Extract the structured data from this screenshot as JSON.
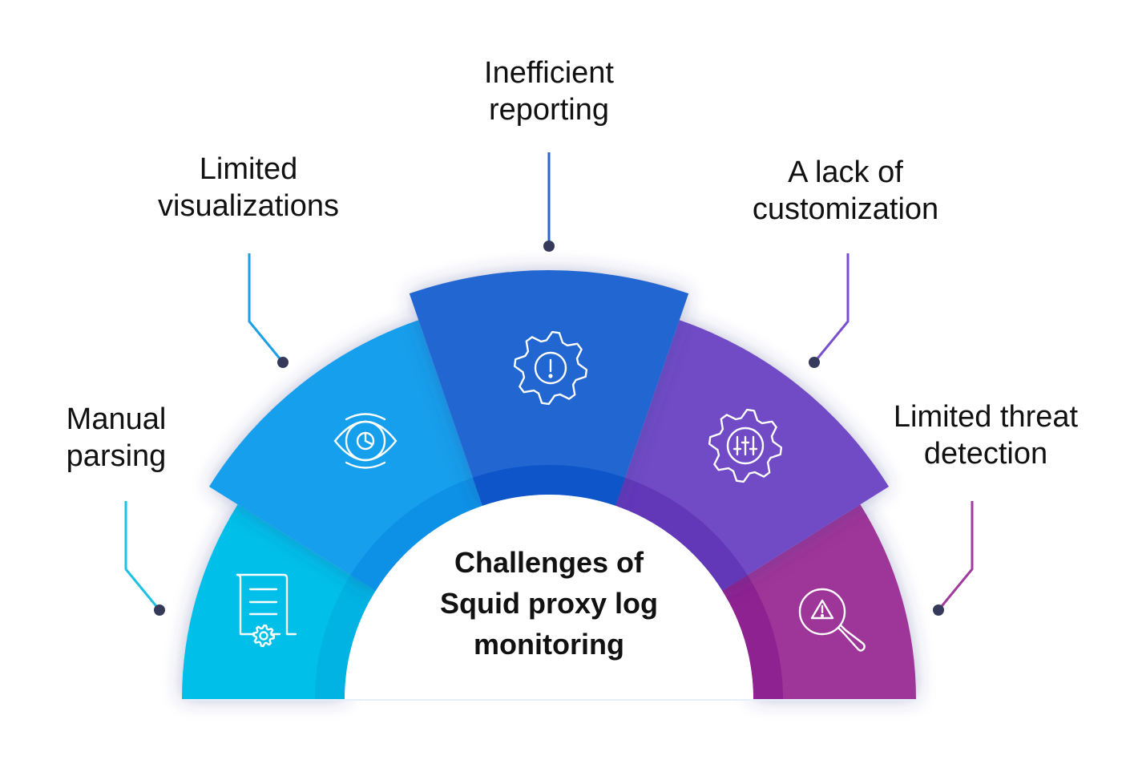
{
  "title": "Challenges of Squid proxy log monitoring",
  "title_lines": [
    "Challenges of",
    "Squid proxy log",
    "monitoring"
  ],
  "connector_dot_color": "#363a5a",
  "segments": [
    {
      "label_lines": [
        "Manual",
        "parsing"
      ],
      "icon": "document-gear-icon",
      "color": "#00bfe8",
      "inner_color": "#02b3e3"
    },
    {
      "label_lines": [
        "Limited",
        "visualizations"
      ],
      "icon": "eye-chart-icon",
      "color": "#139fec",
      "inner_color": "#0a91e6"
    },
    {
      "label_lines": [
        "Inefficient",
        "reporting"
      ],
      "icon": "gear-alert-icon",
      "color": "#2166d1",
      "inner_color": "#0b55c9"
    },
    {
      "label_lines": [
        "A lack of",
        "customization"
      ],
      "icon": "gear-sliders-icon",
      "color": "#714cc6",
      "inner_color": "#6237b9"
    },
    {
      "label_lines": [
        "Limited threat",
        "detection"
      ],
      "icon": "magnifier-warning-icon",
      "color": "#9e3699",
      "inner_color": "#8e2190"
    }
  ],
  "line_colors": [
    "#1ec0e6",
    "#1aa0e6",
    "#2a63cc",
    "#7a4fcf",
    "#a03a9c"
  ]
}
